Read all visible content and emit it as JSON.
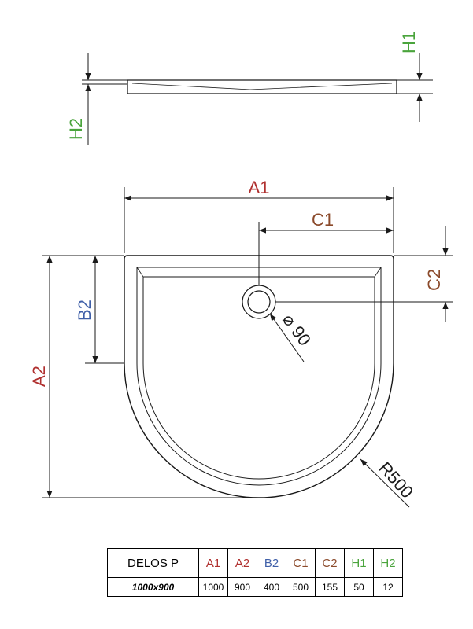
{
  "colors": {
    "red": "#b0302f",
    "blue": "#3f5fa8",
    "green": "#4aa43c",
    "brown": "#8b4a2b",
    "line": "#1a1a1a"
  },
  "labels": {
    "h1": "H1",
    "h2": "H2",
    "a1": "A1",
    "a2": "A2",
    "b2": "B2",
    "c1": "C1",
    "c2": "C2",
    "drain_diameter": "⌀ 90",
    "radius": "R500"
  },
  "table": {
    "model": "DELOS P",
    "size": "1000x900",
    "columns": [
      {
        "key": "A1",
        "color": "red",
        "value": "1000"
      },
      {
        "key": "A2",
        "color": "red",
        "value": "900"
      },
      {
        "key": "B2",
        "color": "blue",
        "value": "400"
      },
      {
        "key": "C1",
        "color": "brown",
        "value": "500"
      },
      {
        "key": "C2",
        "color": "brown",
        "value": "155"
      },
      {
        "key": "H1",
        "color": "green",
        "value": "50"
      },
      {
        "key": "H2",
        "color": "green",
        "value": "12"
      }
    ]
  }
}
